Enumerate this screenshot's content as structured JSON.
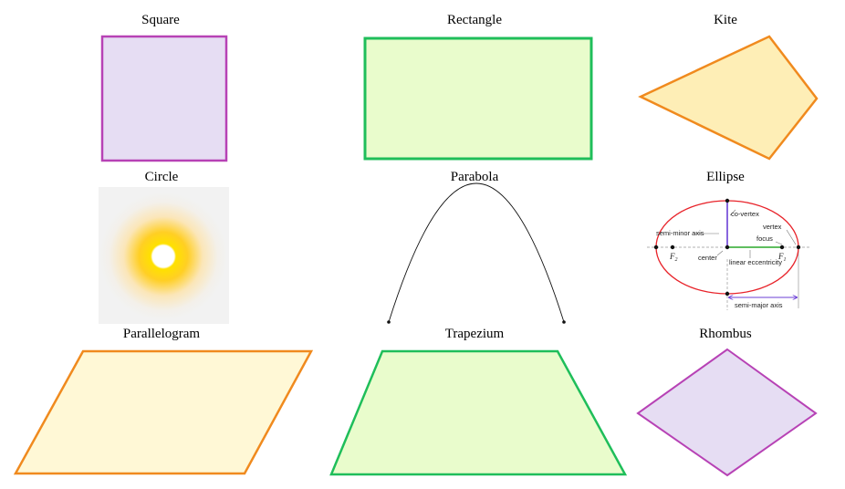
{
  "shapes": {
    "square": {
      "label": "Square",
      "stroke": "#b742b5",
      "fill": "#e6ddf3"
    },
    "rectangle": {
      "label": "Rectangle",
      "stroke": "#1fbe5a",
      "fill": "#e9fccc"
    },
    "kite": {
      "label": "Kite",
      "stroke": "#f08a1e",
      "fill": "#feeeb6"
    },
    "circle": {
      "label": "Circle",
      "core": "#ffffff",
      "glow": "#ffe100",
      "halo": "#ffb300",
      "background": "#f2f2f2"
    },
    "parabola": {
      "label": "Parabola",
      "stroke": "#111111"
    },
    "ellipse": {
      "label": "Ellipse",
      "stroke": "#e8232a",
      "axis_color": "#6b3fd6",
      "green": "#2aa82a",
      "annotations": {
        "co_vertex": "co-vertex",
        "semi_minor_axis": "semi-minor axis",
        "vertex": "vertex",
        "focus": "focus",
        "center": "center",
        "linear_eccentricity": "linear eccentricity",
        "semi_major_axis": "semi-major axis",
        "f2_base": "F",
        "f2_sub": "2",
        "f1_base": "F",
        "f1_sub": "1"
      }
    },
    "parallelogram": {
      "label": "Parallelogram",
      "stroke": "#f08a1e",
      "fill": "#fff8d6"
    },
    "trapezium": {
      "label": "Trapezium",
      "stroke": "#1fbe5a",
      "fill": "#e9fccc"
    },
    "rhombus": {
      "label": "Rhombus",
      "stroke": "#b742b5",
      "fill": "#e6ddf3"
    }
  }
}
